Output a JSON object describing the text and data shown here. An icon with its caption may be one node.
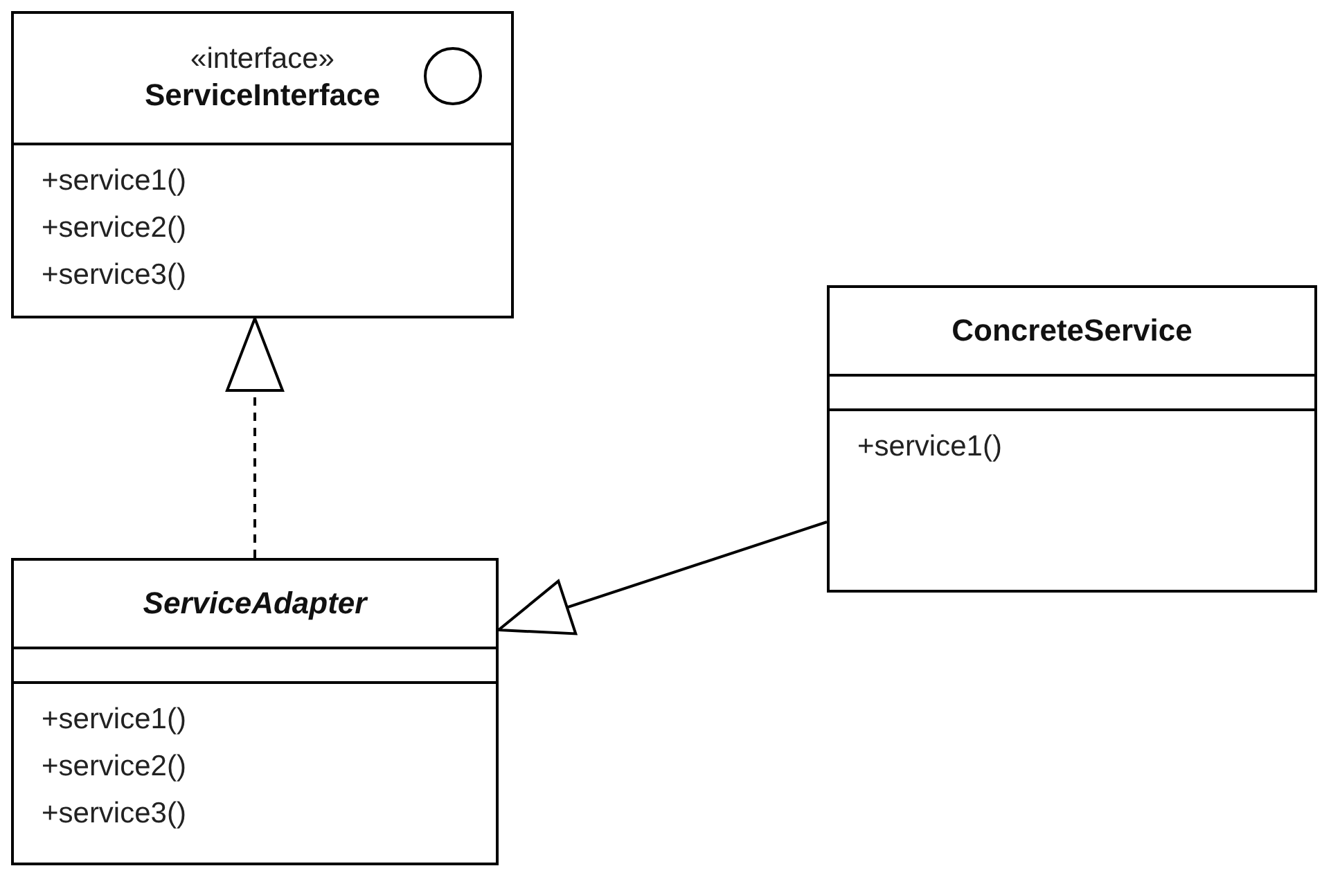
{
  "diagram": {
    "nodes": [
      {
        "text": [
          "«interface»",
          "ServiceInterface",
          "+service1()",
          "+service2()",
          "+service3()"
        ]
      },
      {
        "text": [
          "ServiceAdapter",
          "+service1()",
          "+service2()",
          "+service3()"
        ]
      },
      {
        "text": [
          "ConcreteService",
          "+service1()"
        ]
      }
    ],
    "edges": [
      {
        "from": 1,
        "to": 0,
        "arrow": "to",
        "style": "dashed"
      },
      {
        "from": 2,
        "to": 1,
        "arrow": "to"
      }
    ]
  }
}
